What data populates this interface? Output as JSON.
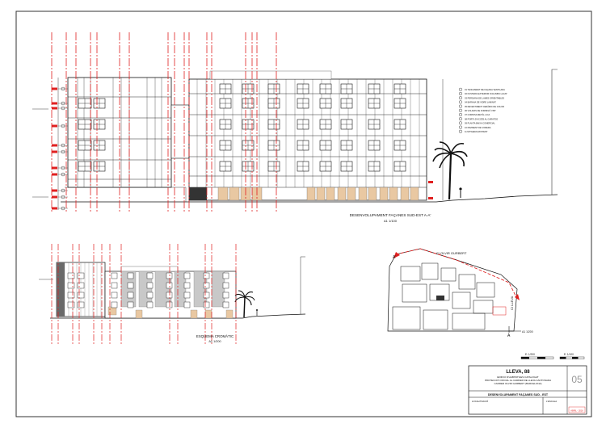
{
  "main_elevation": {
    "title": "DESENVOLUPAMENT FAÇANES SUD-EST A-A'",
    "scale": "A1 1/100"
  },
  "chromatic_elevation": {
    "title": "ESQUEMA CROMÀTIC",
    "scale": "A1 1/200"
  },
  "site_plan": {
    "street_top": "C/ OLVIR GURBERT",
    "street_right": "C/ LLEVA",
    "section_start": "A'",
    "section_end": "A",
    "scale_note": "A1 1/200"
  },
  "scale_bars": {
    "left": "E: 1/200",
    "right": "E: 1/100"
  },
  "title_block": {
    "project": "LLEVA, 88",
    "description_lines": [
      "EDIFICI D'HABITATGES CATALOGAT",
      "PROTECCIÓ OFICIAL AL CARRER DE LLEVA CANTONADA",
      "CARRER OLVIR GURBERT (BARCELONA)"
    ],
    "sheet_number": "05",
    "sheet_title": "DESENVOLUPAMENT FAÇANES SUD - EST",
    "field_left_label": "LOCALITZACIÓ",
    "field_right_label": "L'ESCALA",
    "date": "ABRIL - 2016"
  },
  "legend_items": [
    "01 TANCAMENT DE FAÇANA VENTILADA",
    "02 FUSTERIA EXTERIOR D'ALUMINI LACAT",
    "03 PERSIANA DE LAMES ORIENTABLES",
    "04 BARANA DE VIDRE LAMINAT",
    "05 REVESTIMENT CERÀMIC DE COLOR",
    "06 VOLADIS DE FORMIGÓ VIST",
    "07 CORNISA METÀL·LICA",
    "08 PORTA D'ACCÉS AL GARATGE",
    "09 PLANTA BAIXA COMERCIAL",
    "10 PAVIMENT DE VORERA",
    "11 MITGERA EXISTENT"
  ],
  "colors": {
    "line": "#111111",
    "axis_red": "#e02020",
    "wood_panel": "#e9c8a2",
    "gray_panel": "#c8c8c8",
    "dark_panel": "#6a6a6a"
  }
}
